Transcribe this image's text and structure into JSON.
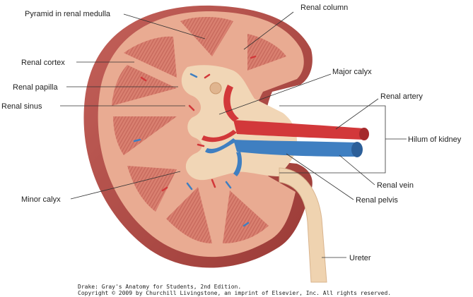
{
  "labels": {
    "pyramid": "Pyramid in renal medulla",
    "renal_column": "Renal column",
    "renal_cortex": "Renal cortex",
    "renal_papilla": "Renal papilla",
    "renal_sinus": "Renal sinus",
    "major_calyx": "Major calyx",
    "renal_artery": "Renal artery",
    "hilum": "Hilum of kidney",
    "minor_calyx": "Minor calyx",
    "renal_vein": "Renal vein",
    "renal_pelvis": "Renal pelvis",
    "ureter": "Ureter"
  },
  "credits": {
    "line1": "Drake: Gray's Anatomy for Students, 2nd Edition.",
    "line2": "Copyright © 2009 by Churchill Livingstone, an imprint of Elsevier, Inc. All rights reserved."
  },
  "colors": {
    "capsule": "#b5504a",
    "cortex": "#e8a98f",
    "pyramid": "#d97d6e",
    "sinus": "#f2d7b8",
    "artery": "#d2383a",
    "vein": "#3f7fc1",
    "ureter": "#efd3b0"
  }
}
